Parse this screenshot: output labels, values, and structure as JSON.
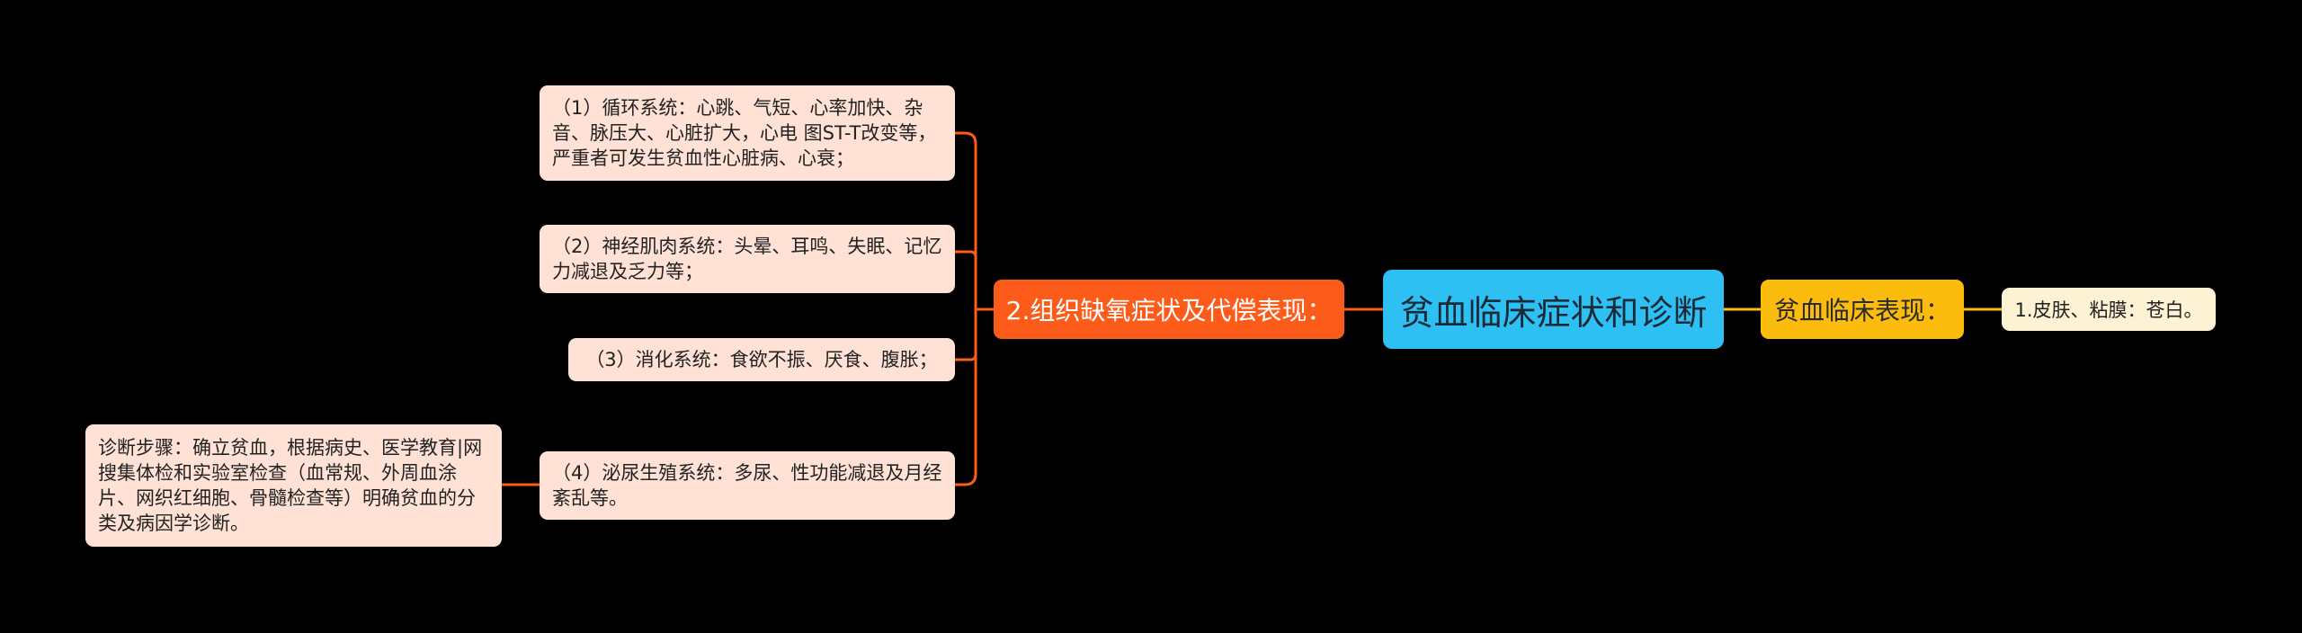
{
  "mindmap": {
    "root": {
      "label": "贫血临床症状和诊断"
    },
    "branches": [
      {
        "id": "tissue_hypoxia",
        "label": "2.组织缺氧症状及代偿表现：",
        "color": "#fc5b19",
        "children": [
          {
            "label": "（1）循环系统：心跳、气短、心率加快、杂音、脉压大、心脏扩大，心电 图ST-T改变等，严重者可发生贫血性心脏病、心衰；"
          },
          {
            "label": "（2）神经肌肉系统：头晕、耳鸣、失眠、记忆力减退及乏力等；"
          },
          {
            "label": "（3）消化系统：食欲不振、厌食、腹胀；"
          },
          {
            "label": "（4）泌尿生殖系统：多尿、性功能减退及月经紊乱等。",
            "children": [
              {
                "label": "诊断步骤：确立贫血，根据病史、医学教育|网搜集体检和实验室检查（血常规、外周血涂片、网织红细胞、骨髓检查等）明确贫血的分类及病因学诊断。"
              }
            ]
          }
        ]
      },
      {
        "id": "clinical_presentation",
        "label": "贫血临床表现：",
        "color": "#fcbc0d",
        "children": [
          {
            "label": "1.皮肤、粘膜：苍白。"
          }
        ]
      }
    ],
    "colors": {
      "background": "#000000",
      "root": "#2ec0f2",
      "left_branch": "#fc5b19",
      "right_branch": "#fcbc0d",
      "left_leaf": "#ffe2d5",
      "right_leaf": "#fef2d5"
    }
  }
}
